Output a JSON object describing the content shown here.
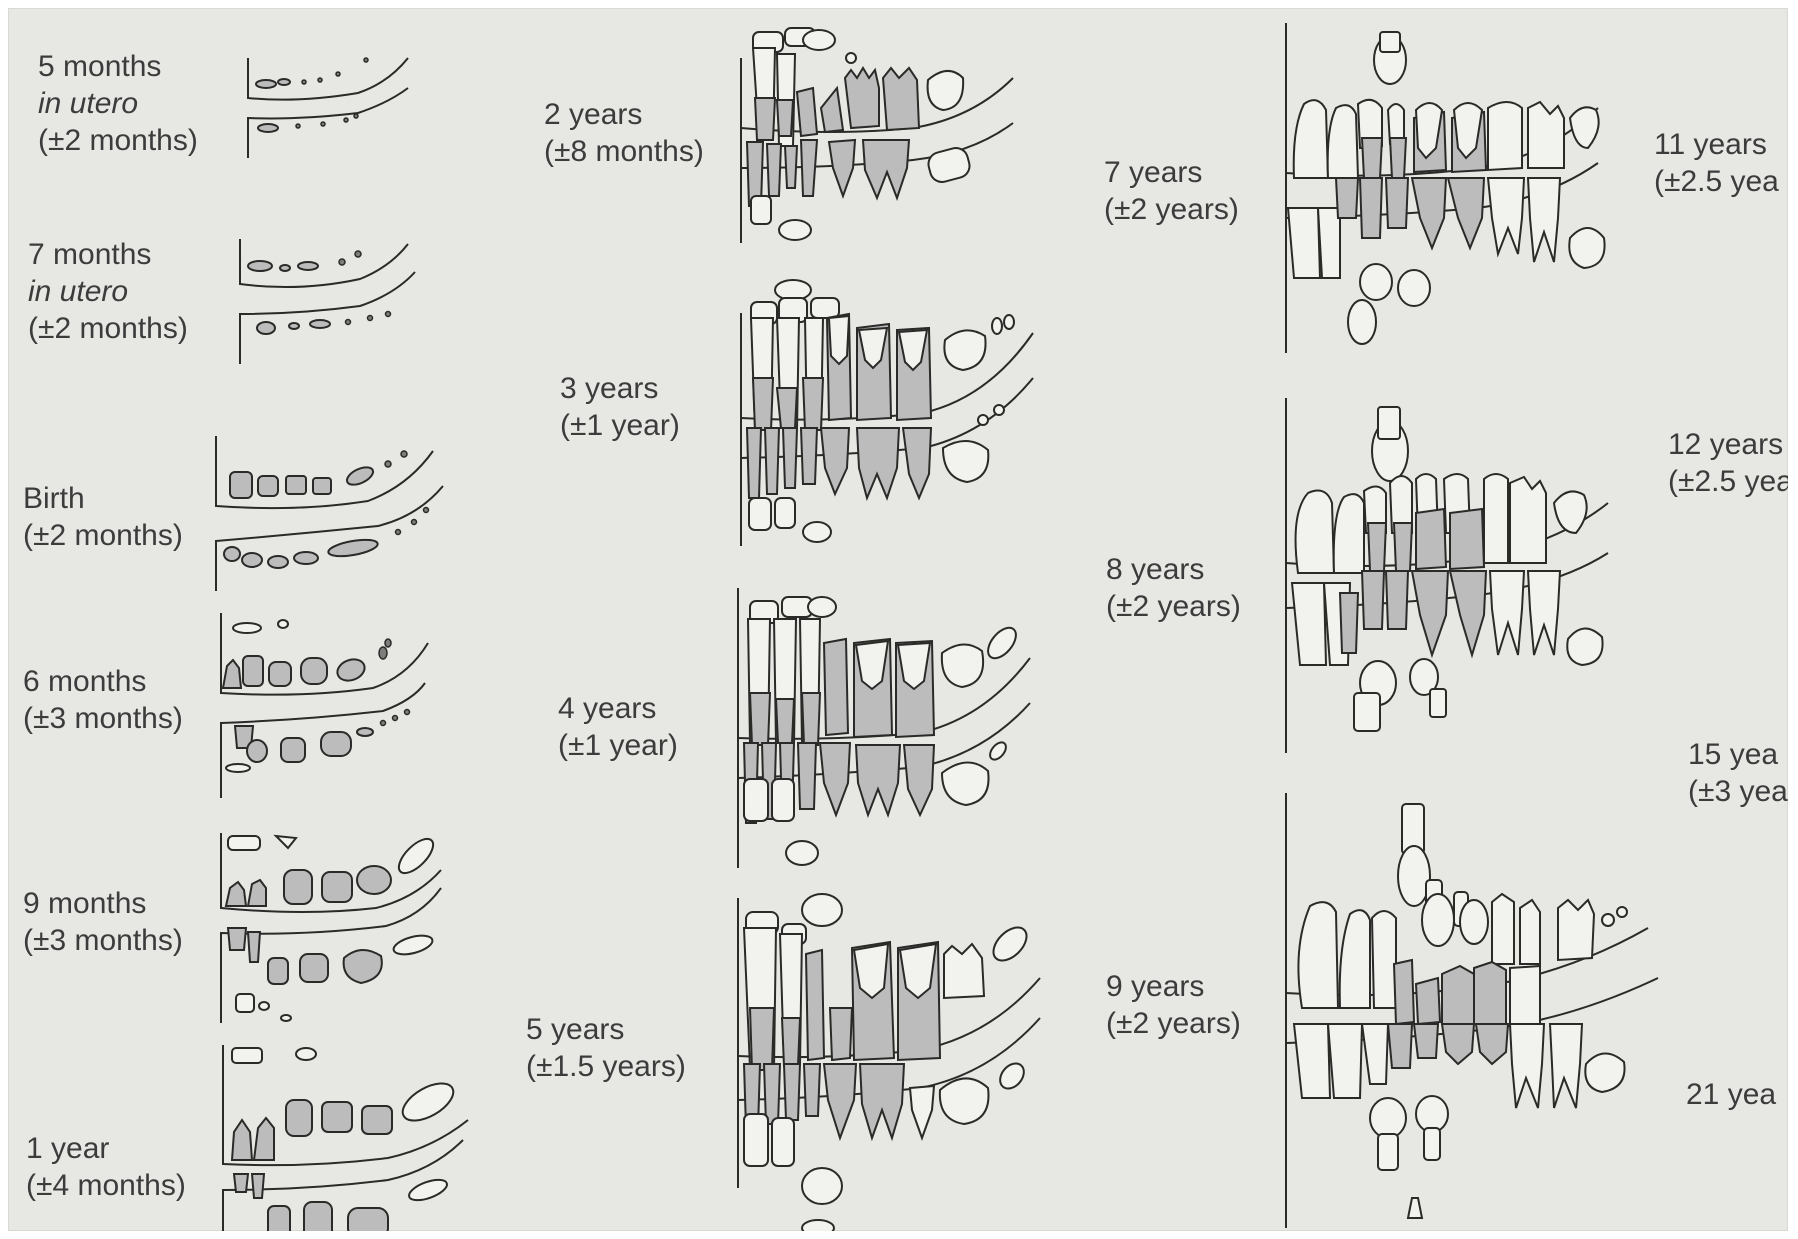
{
  "stages": [
    {
      "id": "5mo-utero",
      "age": "5 months",
      "qualifier": "in utero",
      "range": "(±2 months)"
    },
    {
      "id": "7mo-utero",
      "age": "7 months",
      "qualifier": "in utero",
      "range": "(±2 months)"
    },
    {
      "id": "birth",
      "age": "Birth",
      "range": "(±2 months)"
    },
    {
      "id": "6mo",
      "age": "6 months",
      "range": "(±3 months)"
    },
    {
      "id": "9mo",
      "age": "9 months",
      "range": "(±3 months)"
    },
    {
      "id": "1yr",
      "age": "1 year",
      "range": "(±4 months)"
    },
    {
      "id": "2yr",
      "age": "2 years",
      "range": "(±8 months)"
    },
    {
      "id": "3yr",
      "age": "3 years",
      "range": "(±1 year)"
    },
    {
      "id": "4yr",
      "age": "4 years",
      "range": "(±1 year)"
    },
    {
      "id": "5yr",
      "age": "5 years",
      "range": "(±1.5 years)"
    },
    {
      "id": "7yr",
      "age": "7 years",
      "range": "(±2 years)"
    },
    {
      "id": "8yr",
      "age": "8 years",
      "range": "(±2 years)"
    },
    {
      "id": "9yr",
      "age": "9 years",
      "range": "(±2 years)"
    },
    {
      "id": "11yr",
      "age": "11 years",
      "range": "(±2.5 yea"
    },
    {
      "id": "12yr",
      "age": "12 years",
      "range": "(±2.5 yea"
    },
    {
      "id": "15yr",
      "age": "15 yea",
      "range": "(±3 yea"
    },
    {
      "id": "21yr",
      "age": "21 yea"
    }
  ],
  "colors": {
    "primary_teeth": "#bcbcbc",
    "permanent_teeth": "#f2f2ef",
    "outline": "#2a2a28",
    "background": "#e7e8e4"
  }
}
